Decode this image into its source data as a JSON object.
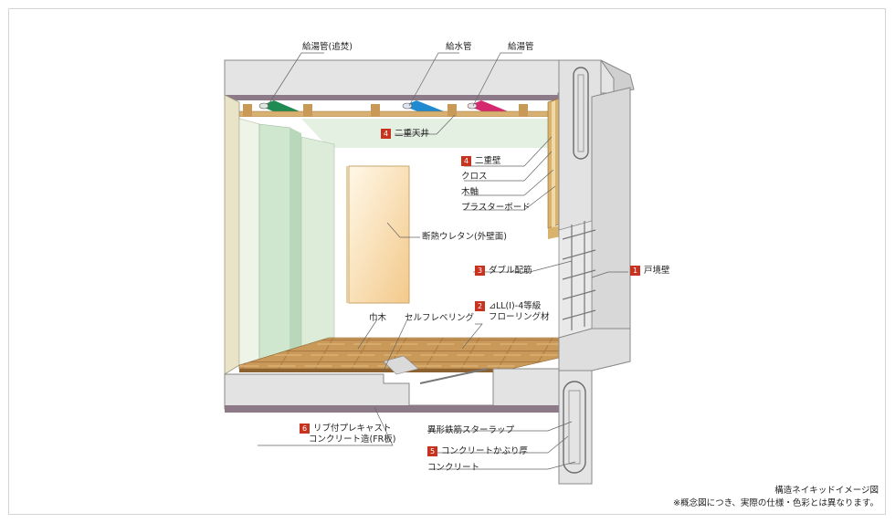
{
  "labels": {
    "hot_water_pipe_reheat": "給湯管(追焚)",
    "water_pipe": "給水管",
    "hot_water_pipe": "給湯管",
    "double_ceiling": {
      "num": "4",
      "text": "二重天井"
    },
    "double_wall": {
      "num": "4",
      "text": "二重壁"
    },
    "cloth": "クロス",
    "wood_frame": "木軸",
    "plaster_board": "プラスターボード",
    "insulation": "断熱ウレタン(外壁面)",
    "double_rebar": {
      "num": "3",
      "text": "ダブル配筋"
    },
    "boundary_wall": {
      "num": "1",
      "text": "戸境壁"
    },
    "flooring": {
      "num": "2",
      "line1": "⊿LL(I)-4等級",
      "line2": "フローリング材"
    },
    "baseboard": "巾木",
    "self_leveling": "セルフレベリング",
    "precast": {
      "num": "6",
      "line1": "リブ付プレキャスト",
      "line2": "コンクリート造(FR板)"
    },
    "stirrup": "異形鉄筋スターラップ",
    "concrete_cover": {
      "num": "5",
      "text": "コンクリートかぶり厚"
    },
    "concrete": "コンクリート"
  },
  "caption": {
    "title": "構造ネイキッドイメージ図",
    "note": "※概念図につき、実際の仕様・色彩とは異なります。"
  },
  "colors": {
    "concrete": "#e3e3e3",
    "concrete_edge": "#7a6a78",
    "wall": "#dfeede",
    "wood": "#c89c5a",
    "badge": "#c7331f",
    "pipe_green": "#1f8a52",
    "pipe_blue": "#1f8ad0",
    "pipe_pink": "#d6286e"
  }
}
